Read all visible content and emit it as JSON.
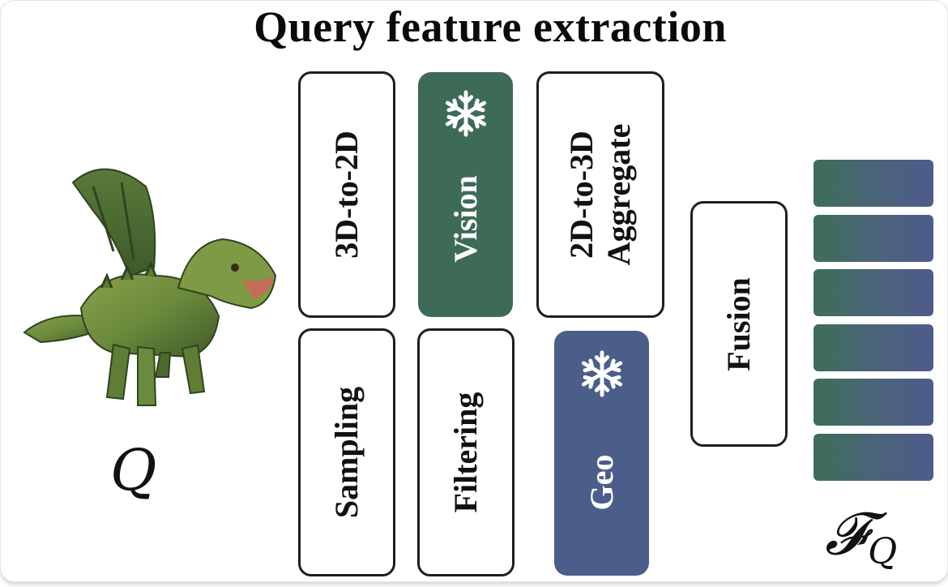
{
  "title": "Query feature extraction",
  "modules": {
    "to2d": "3D-to-2D",
    "sampling": "Sampling",
    "vision": "Vision",
    "filtering": "Filtering",
    "to3d_line1": "2D-to-3D",
    "to3d_line2": "Aggregate",
    "geo": "Geo",
    "fusion": "Fusion"
  },
  "labels": {
    "query": "Q",
    "features_main": "𝓕",
    "features_sub": "Q"
  },
  "frozen_icon": "snowflake-icon",
  "feature_rows": 6,
  "colors": {
    "vision": "#3e6b58",
    "geo": "#4b5e8a",
    "feature_green": "#3e6e58",
    "feature_blue": "#4e5b8c"
  }
}
